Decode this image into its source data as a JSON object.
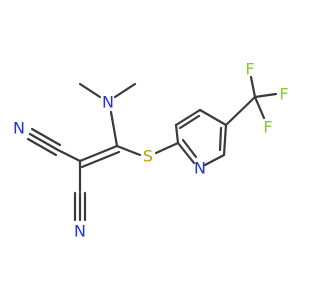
{
  "molecule": {
    "atoms": {
      "n_nitrile_top": "N",
      "n_nitrile_bottom": "N",
      "n_dimethylamino": "N",
      "n_pyridine": "N",
      "s_thioether": "S",
      "f_top": "F",
      "f_right": "F",
      "f_lower": "F"
    }
  },
  "colors": {
    "bond": "#3a3a3a",
    "nitrogen": "#2233dd",
    "sulfur": "#b8a100",
    "fluorine": "#88cc33"
  }
}
